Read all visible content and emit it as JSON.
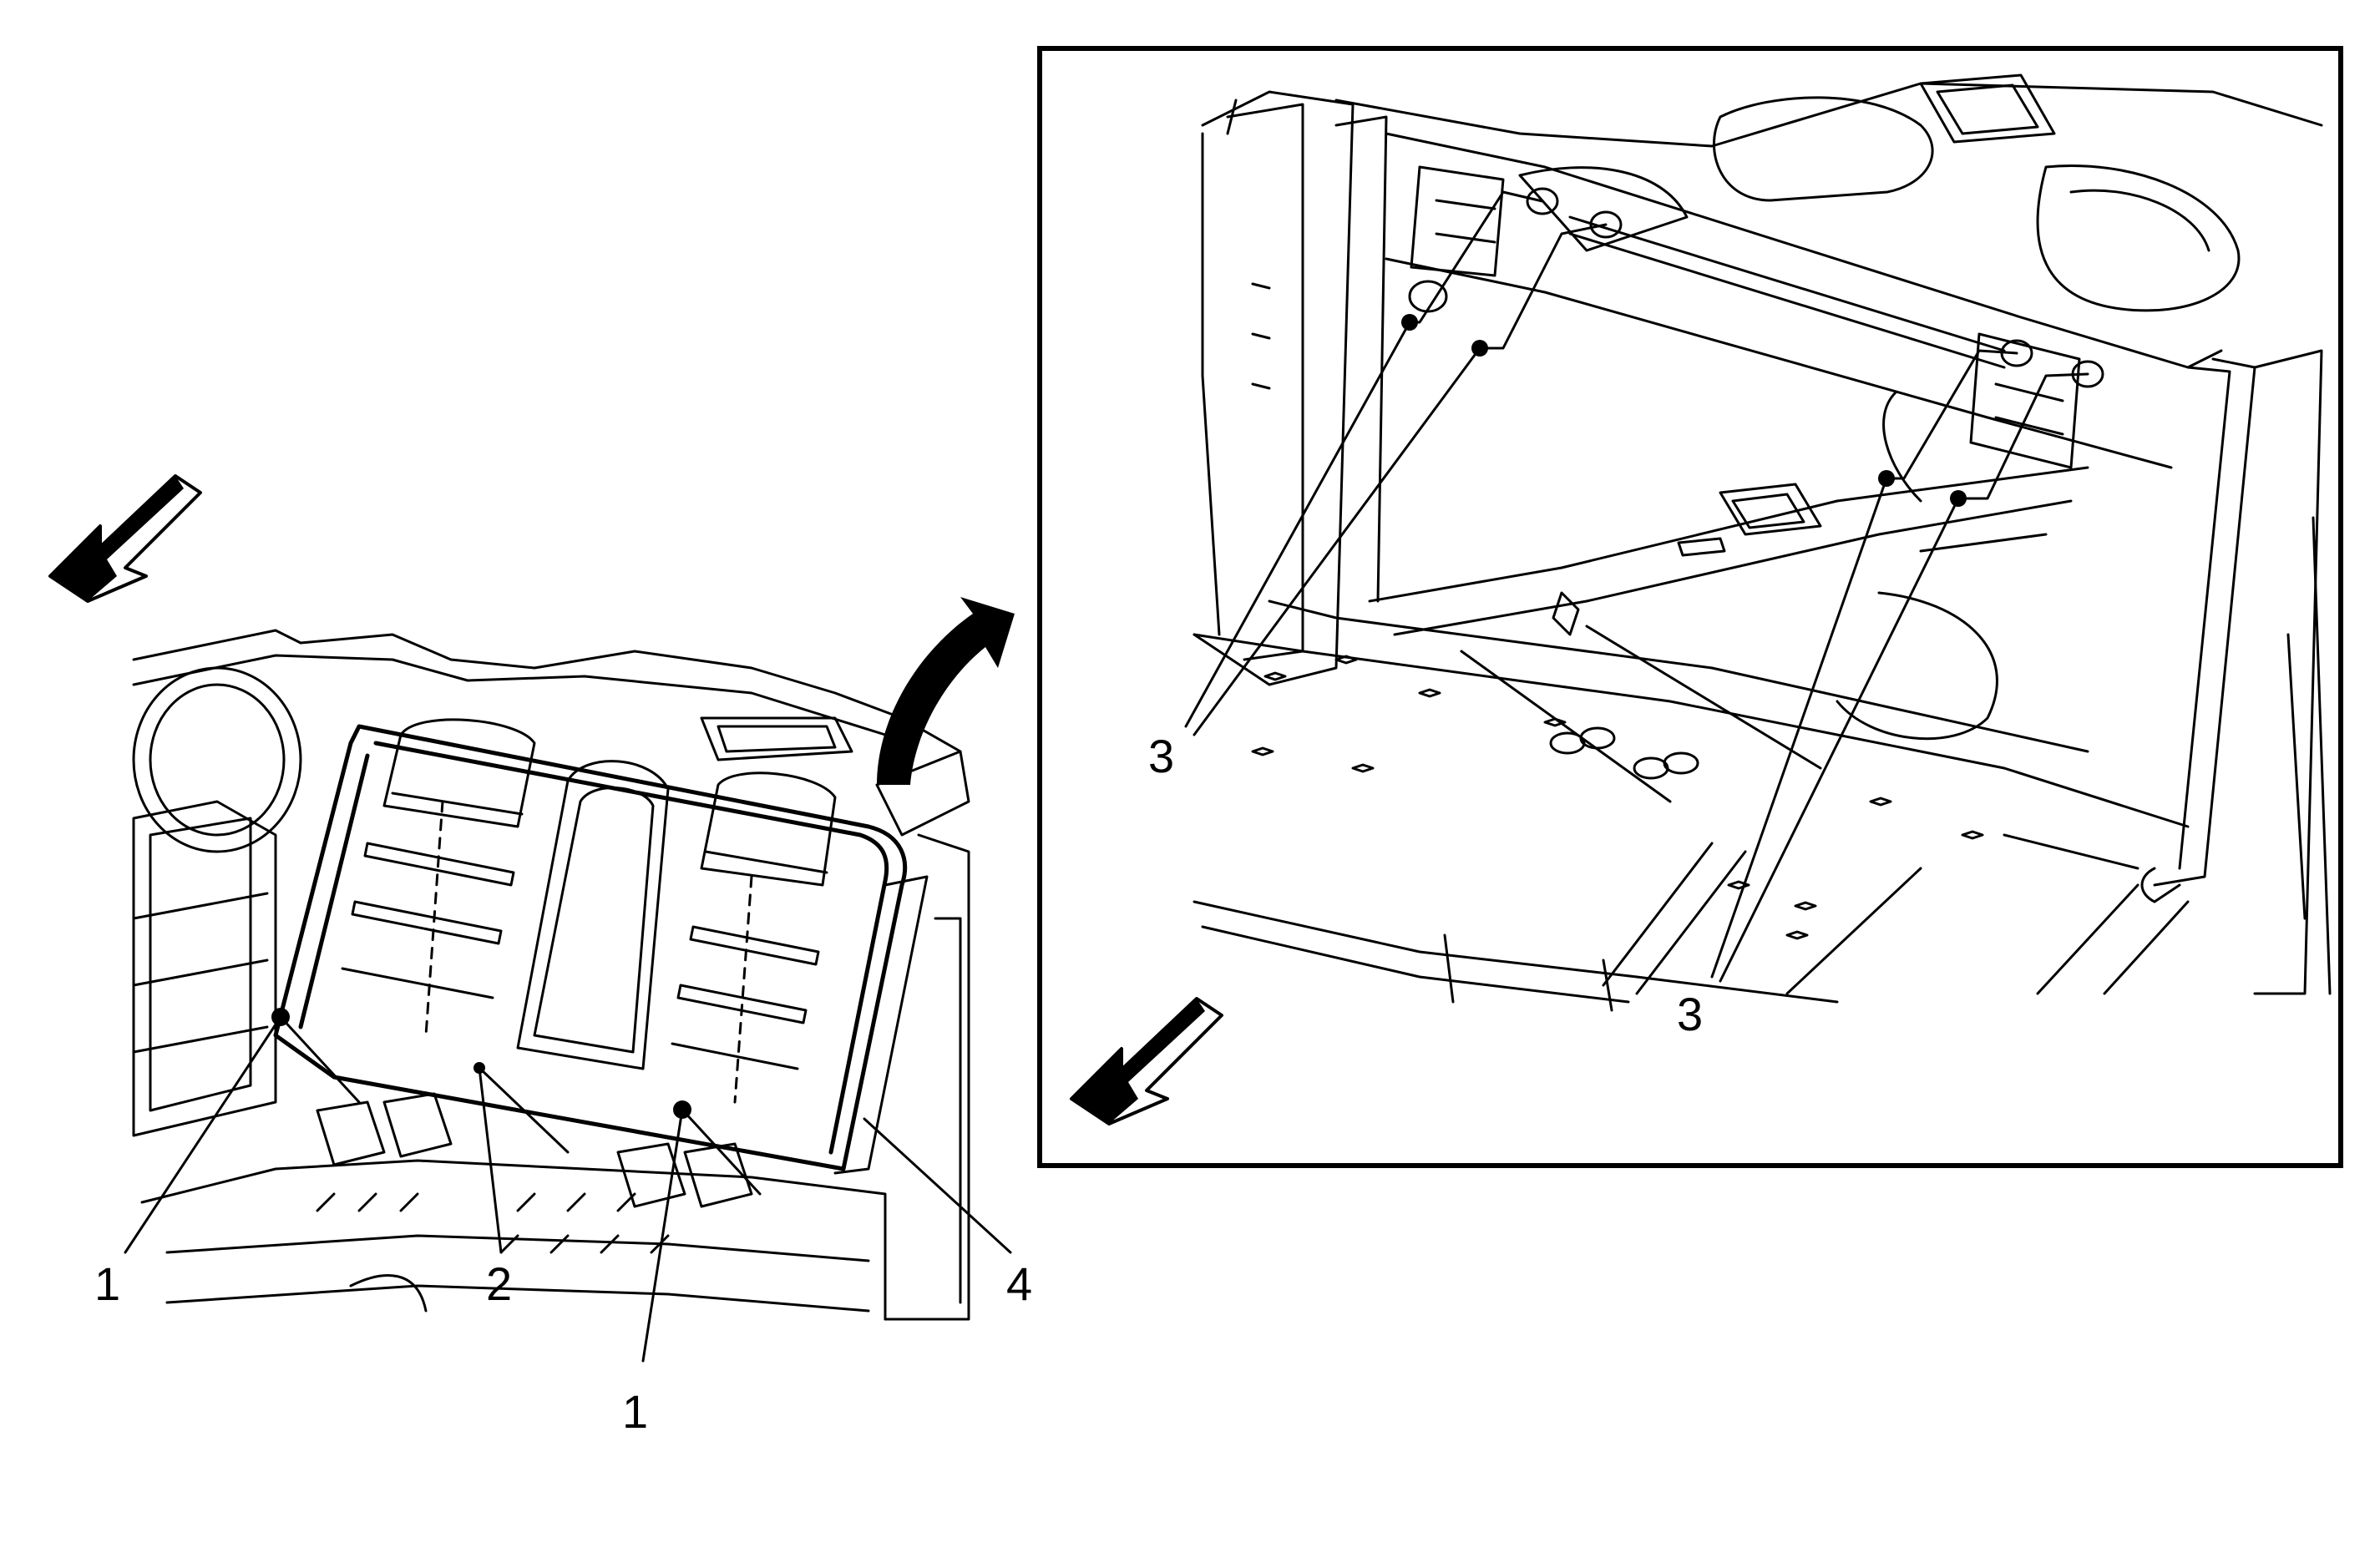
{
  "callouts": {
    "c1_left": "1",
    "c1_bottom": "1",
    "c2": "2",
    "c3_left": "3",
    "c3_right": "3",
    "c4": "4"
  },
  "colors": {
    "line": "#000000",
    "background": "#ffffff"
  },
  "icons": {
    "direction_left": "front-arrow-icon",
    "direction_inset": "front-arrow-icon",
    "transition": "curved-arrow-icon"
  }
}
